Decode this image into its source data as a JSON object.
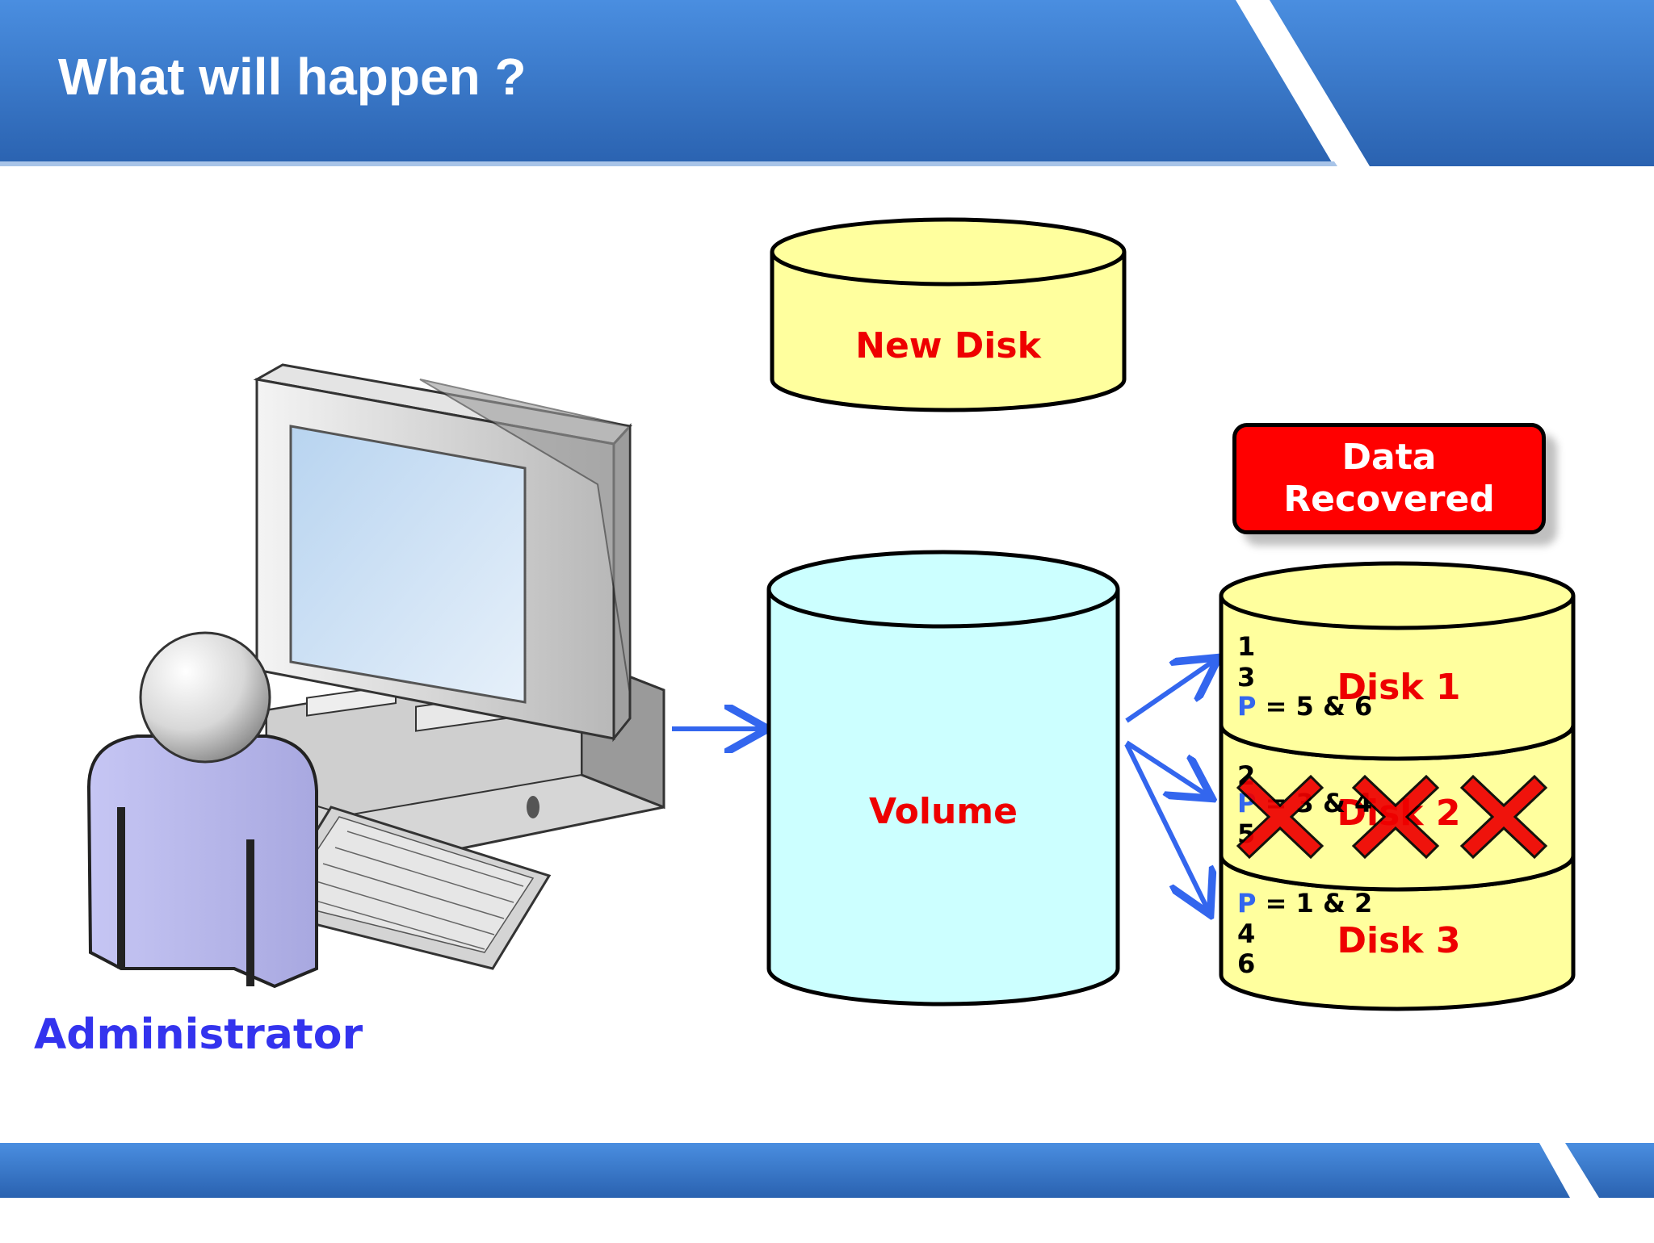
{
  "slide": {
    "title": "What will happen ?"
  },
  "administrator": {
    "label": "Administrator"
  },
  "new_disk": {
    "label": "New Disk"
  },
  "volume": {
    "label": "Volume"
  },
  "recovered_button": {
    "line1": "Data",
    "line2": "Recovered"
  },
  "disks": [
    {
      "label": "Disk 1",
      "lines": [
        {
          "parity": "",
          "text": "1"
        },
        {
          "parity": "",
          "text": "3"
        },
        {
          "parity": "P",
          "text": " = 5 & 6"
        }
      ]
    },
    {
      "label": "Disk 2",
      "failed": true,
      "lines": [
        {
          "parity": "",
          "text": "2"
        },
        {
          "parity": "P",
          "text": " = 3 & 4"
        },
        {
          "parity": "",
          "text": "5"
        }
      ]
    },
    {
      "label": "Disk 3",
      "lines": [
        {
          "parity": "P",
          "text": " = 1 & 2"
        },
        {
          "parity": "",
          "text": "4"
        },
        {
          "parity": "",
          "text": "6"
        }
      ]
    }
  ],
  "icons": [
    "admin-person-icon",
    "computer-icon",
    "failure-x-icon"
  ],
  "colors": {
    "header_blue": "#3a7ad0",
    "disk_fill": "#ffff9e",
    "volume_fill": "#ccffff",
    "disk_label_red": "#ee0000",
    "arrow_blue": "#3366ee",
    "parity_blue": "#3366ee",
    "admin_blue": "#3333ee",
    "button_red": "#ff0000"
  }
}
